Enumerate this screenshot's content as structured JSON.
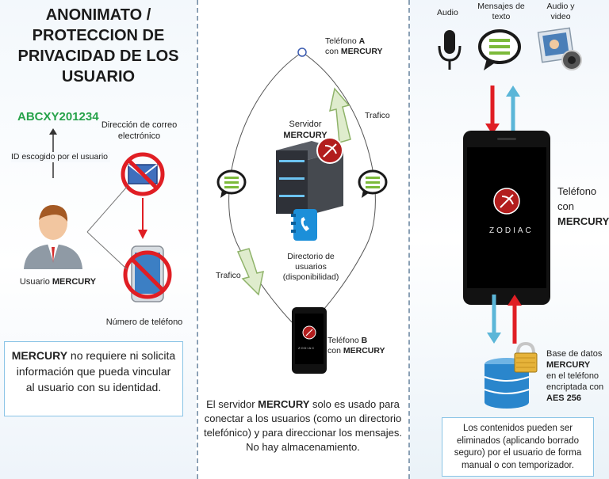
{
  "left": {
    "title": "ANONIMATO / PROTECCION DE PRIVACIDAD DE LOS USUARIO",
    "user_id": "ABCXY201234",
    "id_caption": "ID escogido por el usuario",
    "email_label": "Dirección de correo electrónico",
    "phone_label": "Número de teléfono",
    "user_label_prefix": "Usuario ",
    "user_label_bold": "MERCURY",
    "note_bold": "MERCURY",
    "note_text": " no requiere ni solicita información que pueda vincular al usuario con su identidad."
  },
  "middle": {
    "phone_a_prefix": "Teléfono ",
    "phone_a_letter": "A",
    "phone_a_con": "con ",
    "phone_a_brand": "MERCURY",
    "server_label": "Servidor",
    "server_brand": "MERCURY",
    "traffic_top": "Trafico",
    "traffic_bottom": "Trafico",
    "directory_label": "Directorio de usuarios (disponibilidad)",
    "phone_b_prefix": "Teléfono ",
    "phone_b_letter": "B",
    "phone_b_con": "con ",
    "phone_b_brand": "MERCURY",
    "screen_brand": "ZODIAC",
    "note_pre": "El servidor ",
    "note_bold": "MERCURY",
    "note_text": " solo es usado para conectar a los usuarios (como un directorio telefónico) y para direccionar los mensajes. No hay almacenamiento."
  },
  "right": {
    "audio": "Audio",
    "texts": "Mensajes de texto",
    "av": "Audio y video",
    "phone_l1": "Teléfono",
    "phone_l2": "con",
    "phone_brand": "MERCURY",
    "screen_brand": "ZODIAC",
    "db_l1": "Base de datos",
    "db_brand": "MERCURY",
    "db_l2": "en el teléfono encriptada con",
    "db_aes": "AES 256",
    "note": "Los contenidos pueden ser eliminados (aplicando borrado seguro) por el usuario de forma manual o con temporizador."
  },
  "colors": {
    "green_id": "#27a24a",
    "red_arrow": "#e01e24",
    "blue_arrow": "#5bb6d8",
    "box_border": "#8ac4e6"
  }
}
